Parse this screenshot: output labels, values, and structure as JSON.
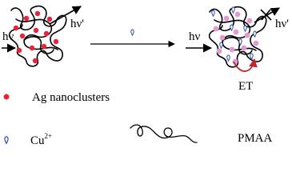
{
  "diagram": {
    "emission_label_before": "hν'",
    "emission_label_after": "hν'",
    "excitation_label_before": "hν",
    "excitation_label_after": "hν",
    "transfer_label": "ET",
    "legend": [
      {
        "symbol": "ag-nanocluster",
        "color": "#e8243c",
        "label": "Ag nanoclusters"
      },
      {
        "symbol": "cu-ion",
        "color": "#2d4fb5",
        "label": "Cu",
        "superscript": "2+"
      },
      {
        "symbol": "pmaa-chain",
        "color": "#000000",
        "label": "PMAA"
      }
    ],
    "colors": {
      "ag_dot": "#e8243c",
      "ag_dot_quenched": "#e39ad2",
      "cu_ion": "#2d4fb5",
      "transfer_arrow": "#c0262c"
    }
  }
}
